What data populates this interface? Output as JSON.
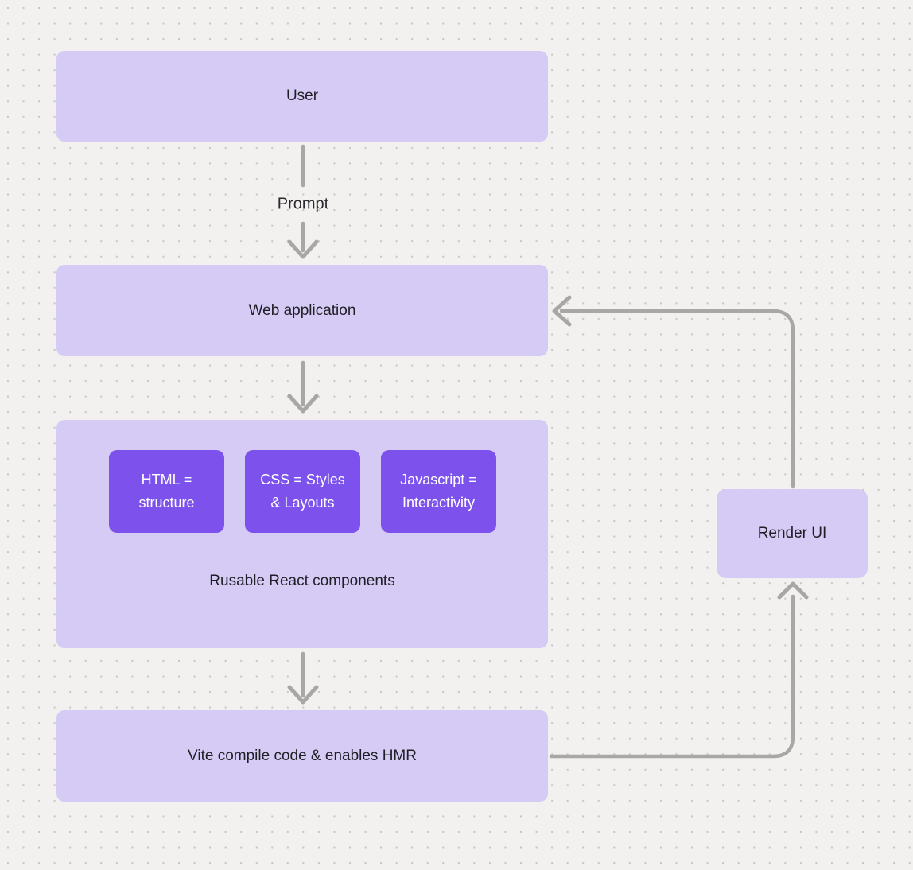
{
  "diagram": {
    "title": "react-vite-app-flow",
    "colors": {
      "background": "#f2f1ef",
      "grid_dot": "#c7c6c4",
      "node_fill": "#d6cbf5",
      "chip_fill": "#7c51ec",
      "text_dark": "#201f26",
      "text_light": "#ffffff",
      "arrow": "#a8a7a5"
    },
    "nodes": {
      "user": {
        "label": "User"
      },
      "web_application": {
        "label": "Web application"
      },
      "components": {
        "chips": [
          {
            "line1": "HTML =",
            "line2": "structure"
          },
          {
            "line1": "CSS = Styles",
            "line2": "& Layouts"
          },
          {
            "line1": "Javascript =",
            "line2": "Interactivity"
          }
        ],
        "caption": "Rusable React components"
      },
      "vite": {
        "label": "Vite compile code & enables HMR"
      },
      "render_ui": {
        "label": "Render UI"
      }
    },
    "edges": {
      "user_to_web": {
        "from": "user",
        "to": "web_application",
        "label": "Prompt"
      },
      "web_to_components": {
        "from": "web_application",
        "to": "components"
      },
      "components_to_vite": {
        "from": "components",
        "to": "vite"
      },
      "vite_to_render": {
        "from": "vite",
        "to": "render_ui"
      },
      "render_to_web": {
        "from": "render_ui",
        "to": "web_application"
      }
    }
  }
}
